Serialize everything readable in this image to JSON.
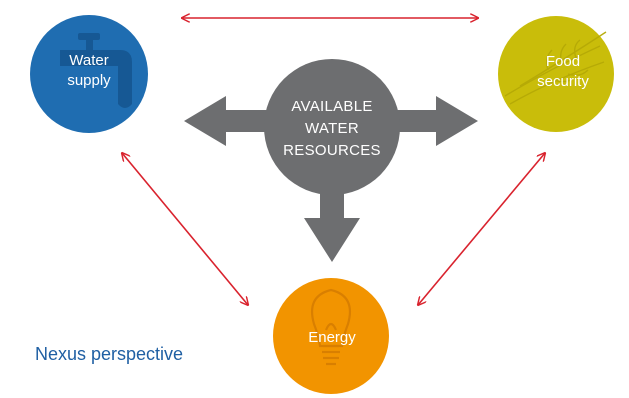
{
  "diagram": {
    "caption": "Nexus perspective",
    "center": {
      "lines": [
        "AVAILABLE",
        "WATER",
        "RESOURCES"
      ],
      "color": "#6d6e70"
    },
    "nodes": {
      "water_supply": {
        "lines": [
          "Water",
          "supply"
        ],
        "color": "#1f6db1",
        "icon": "faucet-icon"
      },
      "food_security": {
        "lines": [
          "Food",
          "security"
        ],
        "color": "#c9bd0a",
        "icon": "wheat-icon"
      },
      "energy": {
        "lines": [
          "Energy"
        ],
        "color": "#f29400",
        "icon": "lightbulb-icon"
      }
    },
    "connector_color": "#d9232e",
    "resource_arrow_color": "#6d6e70"
  }
}
